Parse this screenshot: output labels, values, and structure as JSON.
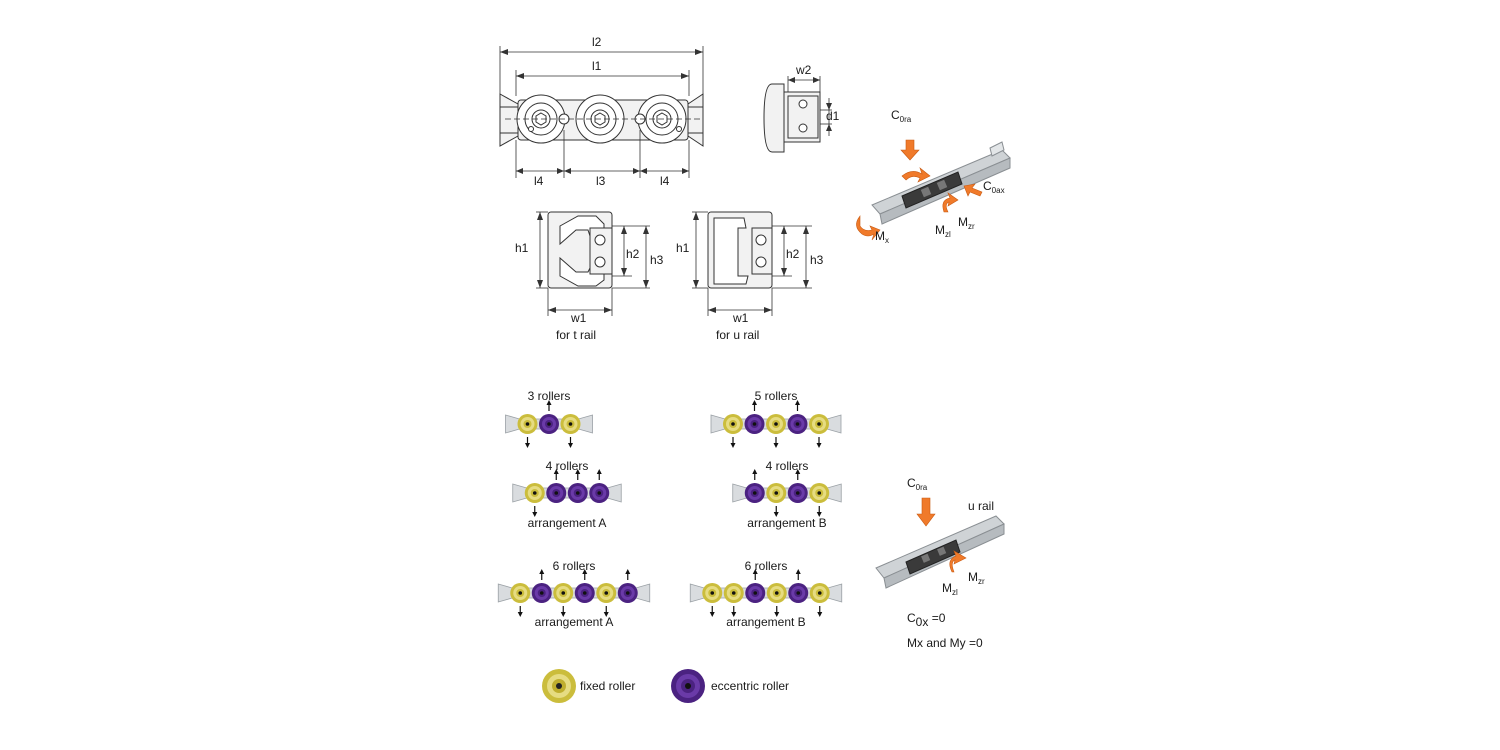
{
  "dimensions": {
    "l1": "l1",
    "l2": "l2",
    "l3": "l3",
    "l4": "l4",
    "w1": "w1",
    "w2": "w2",
    "d1": "d1",
    "h1": "h1",
    "h2": "h2",
    "h3": "h3"
  },
  "carriage_views": {
    "t_rail_caption": "for t rail",
    "u_rail_caption": "for u rail"
  },
  "load_diagram_top": {
    "labels": [
      "C0ra",
      "C0ax",
      "Mx",
      "Mzl",
      "Mzr"
    ]
  },
  "load_diagram_bottom": {
    "c0ra": "C0ra",
    "rail": "u rail",
    "mzl": "Mzl",
    "mzr": "Mzr",
    "c0x_note": "C0x =0",
    "mxmy_note": "Mx and My =0"
  },
  "arrangements": [
    {
      "title": "3 rollers",
      "subtitle": "",
      "rollers": [
        "fixed",
        "eccentric",
        "fixed"
      ]
    },
    {
      "title": "5 rollers",
      "subtitle": "",
      "rollers": [
        "fixed",
        "eccentric",
        "fixed",
        "eccentric",
        "fixed"
      ]
    },
    {
      "title": "4 rollers",
      "subtitle": "arrangement A",
      "rollers": [
        "fixed",
        "eccentric",
        "eccentric",
        "eccentric"
      ]
    },
    {
      "title": "4 rollers",
      "subtitle": "arrangement B",
      "rollers": [
        "eccentric",
        "fixed",
        "eccentric",
        "fixed"
      ]
    },
    {
      "title": "6 rollers",
      "subtitle": "arrangement A",
      "rollers": [
        "fixed",
        "eccentric",
        "fixed",
        "eccentric",
        "fixed",
        "eccentric"
      ]
    },
    {
      "title": "6 rollers",
      "subtitle": "arrangement B",
      "rollers": [
        "fixed",
        "fixed",
        "eccentric",
        "fixed",
        "eccentric",
        "fixed"
      ]
    }
  ],
  "legend": {
    "fixed_label": "fixed roller",
    "eccentric_label": "eccentric roller"
  },
  "colors": {
    "fixed_roller": "#d9cc5a",
    "eccentric_roller": "#5b2d91",
    "load_arrow": "#f07a2a"
  }
}
